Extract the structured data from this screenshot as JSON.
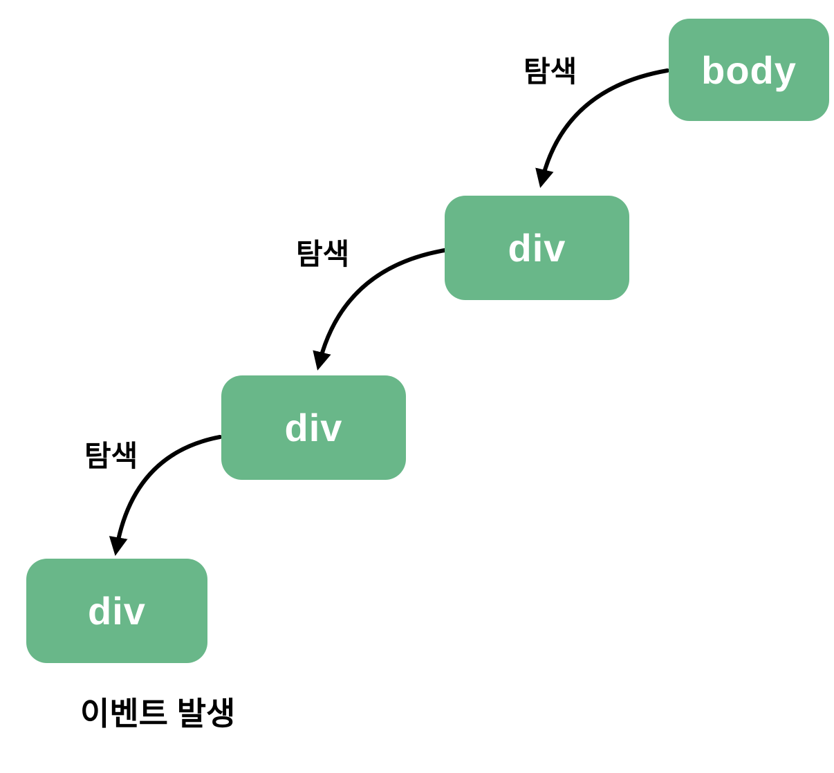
{
  "diagram": {
    "title_hint": "DOM event traversal diagram",
    "colors": {
      "background": "#ffffff",
      "node_fill": "#69b789",
      "node_text": "#ffffff",
      "arrow": "#000000",
      "label_text": "#000000"
    },
    "nodes": [
      {
        "id": "body",
        "label": "body"
      },
      {
        "id": "div1",
        "label": "div"
      },
      {
        "id": "div2",
        "label": "div"
      },
      {
        "id": "div3",
        "label": "div"
      }
    ],
    "edges": [
      {
        "from": "body",
        "to": "div1",
        "label": "탐색"
      },
      {
        "from": "div1",
        "to": "div2",
        "label": "탐색"
      },
      {
        "from": "div2",
        "to": "div3",
        "label": "탐색"
      }
    ],
    "caption": "이벤트 발생"
  }
}
